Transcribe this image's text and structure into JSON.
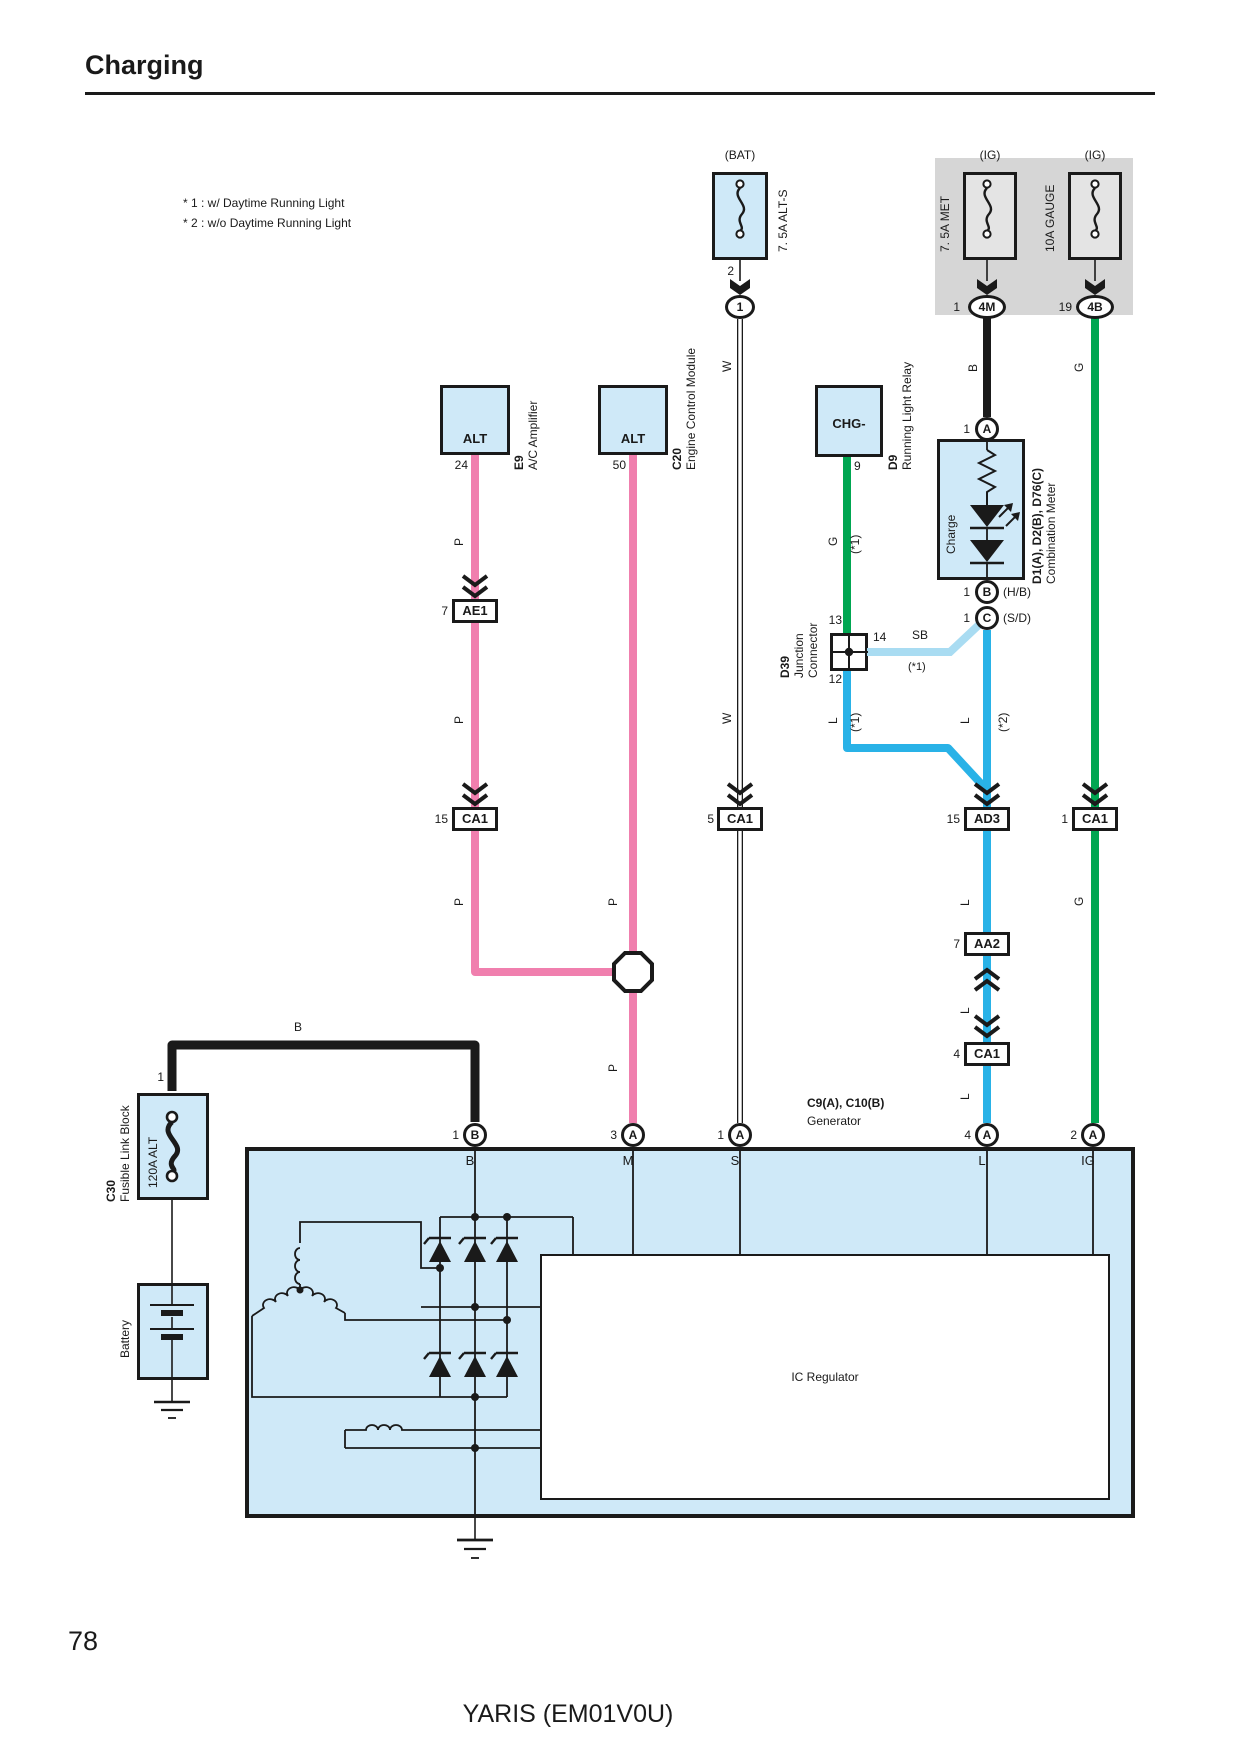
{
  "colors": {
    "line": "#1a1a1a",
    "pink": "#f07fae",
    "green": "#00a651",
    "blue": "#29b2e7",
    "sky": "#a9dcf2",
    "boxfill": "#cfe9f8",
    "gray": "#d6d6d6",
    "fusefill": "#e4e4e4"
  },
  "page": {
    "title": "Charging",
    "page_number": "78",
    "footer": "YARIS (EM01V0U)"
  },
  "legend": {
    "line1": "* 1 : w/ Daytime Running Light",
    "line2": "* 2 : w/o Daytime Running Light"
  },
  "power": {
    "bat": {
      "source": "(BAT)",
      "fuse": "7. 5A ALT-S",
      "pin": "2",
      "connector": "1"
    },
    "met": {
      "source": "(IG)",
      "fuse": "7. 5A MET",
      "pin": "1",
      "connector": "4M"
    },
    "gauge": {
      "source": "(IG)",
      "fuse": "10A GAUGE",
      "pin": "19",
      "connector": "4B"
    }
  },
  "components": {
    "e9": {
      "label": "ALT",
      "pin": "24",
      "code": "E9",
      "name": "A/C Amplifier"
    },
    "c20": {
      "label": "ALT",
      "pin": "50",
      "code": "C20",
      "name": "Engine Control Module"
    },
    "d9": {
      "label": "CHG-",
      "pin": "9",
      "code": "D9",
      "name": "Running Light Relay"
    },
    "meter": {
      "code": "D1(A), D2(B), D76(C)",
      "name": "Combination Meter",
      "lamp": "Charge",
      "pin_a_num": "1",
      "pin_a": "A",
      "pin_b_num": "1",
      "pin_b": "B",
      "pin_b_note": "(H/B)",
      "pin_c_num": "1",
      "pin_c": "C",
      "pin_c_note": "(S/D)"
    },
    "d39": {
      "code": "D39",
      "name_line1": "Junction",
      "name_line2": "Connector",
      "pin_top": "13",
      "pin_right": "14",
      "pin_bottom": "12"
    },
    "c30": {
      "code": "C30",
      "name": "Fusible Link Block",
      "fuse": "120A ALT",
      "pin": "1"
    },
    "battery": {
      "name": "Battery"
    },
    "generator": {
      "code": "C9(A), C10(B)",
      "name": "Generator",
      "regulator": "IC Regulator",
      "terminals": [
        {
          "num": "1",
          "pin": "B",
          "label": "B"
        },
        {
          "num": "3",
          "pin": "A",
          "label": "M"
        },
        {
          "num": "1",
          "pin": "A",
          "label": "S"
        },
        {
          "num": "4",
          "pin": "A",
          "label": "L"
        },
        {
          "num": "2",
          "pin": "A",
          "label": "IG"
        }
      ]
    }
  },
  "connectors": {
    "ae1": {
      "num": "7",
      "label": "AE1"
    },
    "ca1_p": {
      "num": "15",
      "label": "CA1"
    },
    "ca1_w": {
      "num": "5",
      "label": "CA1"
    },
    "ad3": {
      "num": "15",
      "label": "AD3"
    },
    "ca1_g": {
      "num": "1",
      "label": "CA1"
    },
    "aa2": {
      "num": "7",
      "label": "AA2"
    },
    "ca1_l": {
      "num": "4",
      "label": "CA1"
    }
  },
  "wire_labels": {
    "b_met": "B",
    "w": "W",
    "g": "G",
    "p": "P",
    "g_chg": "G",
    "g_chg_note": "(*1)",
    "l1": "L",
    "l1_note": "(*1)",
    "l2": "L",
    "l2_note": "(*2)",
    "sb": "SB",
    "sb_note": "(*1)",
    "l": "L",
    "b_battery": "B"
  }
}
